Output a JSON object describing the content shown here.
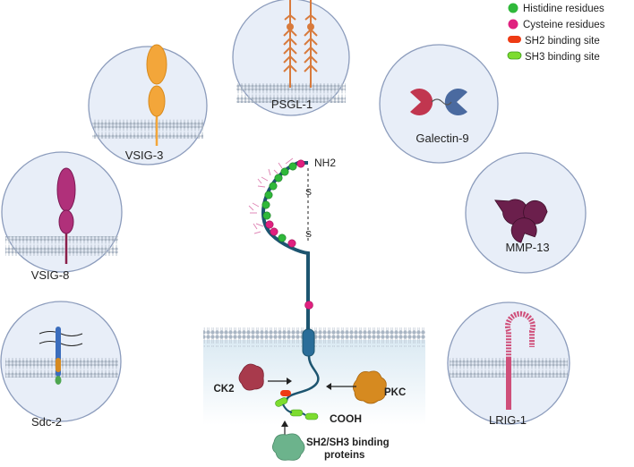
{
  "legend": {
    "items": [
      {
        "label": "Histidine residues",
        "color": "#2fb83a",
        "shape": "dot"
      },
      {
        "label": "Cysteine residues",
        "color": "#e0207f",
        "shape": "dot"
      },
      {
        "label": "SH2 binding site",
        "color": "#ee3b14",
        "shape": "pill"
      },
      {
        "label": "SH3 binding site",
        "color": "#7ddc2f",
        "shape": "pill"
      }
    ]
  },
  "ligands": {
    "psgl1": "PSGL-1",
    "vsig3": "VSIG-3",
    "galectin9": "Galectin-9",
    "vsig8": "VSIG-8",
    "mmp13": "MMP-13",
    "sdc2": "Sdc-2",
    "lrig1": "LRIG-1"
  },
  "receptor": {
    "nh2": "NH2",
    "s_top": "S",
    "s_bottom": "S",
    "cooh": "COOH"
  },
  "kinases": {
    "ck2": "CK2",
    "pkc": "PKC"
  },
  "binding_proteins": {
    "line1": "SH2/SH3 binding",
    "line2": "proteins"
  },
  "colors": {
    "circle_fill": "#e8eef8",
    "circle_stroke": "#8c9cbc",
    "membrane": "#aab6c4",
    "receptor": "#1d5570",
    "histidine": "#2fb83a",
    "cysteine": "#e0207f",
    "vsig3": "#f3a63a",
    "vsig8": "#b0307a",
    "psgl1": "#d87a3c",
    "galectin_left": "#c1364f",
    "galectin_right": "#4a6aa0",
    "mmp13": "#6b1f4c",
    "lrig1": "#cf4f7a",
    "sdc2": "#3b6dbd",
    "ck2": "#a83a4c",
    "pkc": "#d68a20",
    "binding_protein": "#6cb38c"
  }
}
